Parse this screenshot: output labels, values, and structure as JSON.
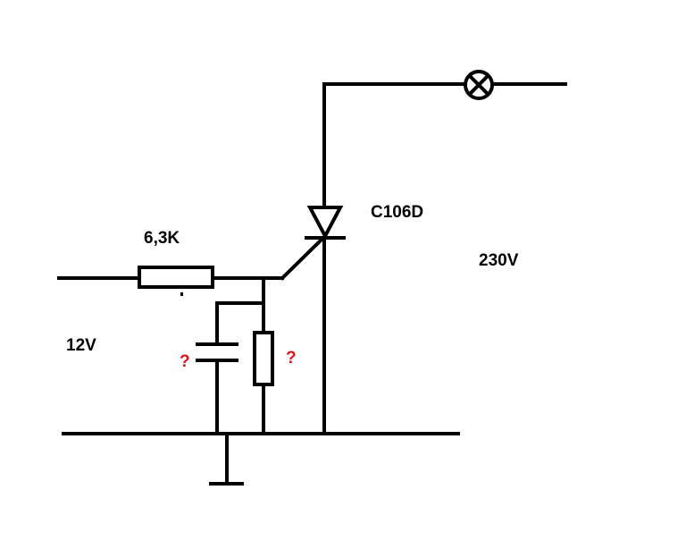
{
  "labels": {
    "resistor_value": "6,3K",
    "thyristor_part": "C106D",
    "mains_voltage": "230V",
    "supply_voltage": "12V",
    "capacitor_unknown": "?",
    "resistor_unknown": "?"
  },
  "components": {
    "series_resistor": "resistor",
    "gate_capacitor": "capacitor",
    "gate_resistor": "resistor",
    "thyristor": "scr",
    "lamp": "lamp-icon",
    "ground": "ground-icon"
  },
  "colors": {
    "wire": "#000000",
    "unknown_value": "#e0141e",
    "background": "#ffffff"
  }
}
